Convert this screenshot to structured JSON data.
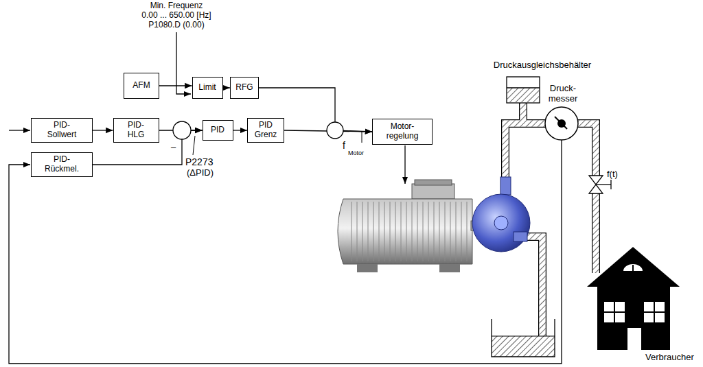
{
  "diagram": {
    "nodes": [
      {
        "text": [
          "AFM"
        ]
      },
      {
        "text": [
          "Limit"
        ]
      },
      {
        "text": [
          "RFG"
        ]
      },
      {
        "text": [
          "PID- Sollwert"
        ]
      },
      {
        "text": [
          "PID- HLG"
        ]
      },
      {
        "text": [
          "PID"
        ]
      },
      {
        "text": [
          "PID Grenz"
        ]
      },
      {
        "text": [
          "PID- Rückmel."
        ]
      },
      {
        "text": [
          "Motor- regelung"
        ]
      }
    ],
    "edges": [
      {
        "from": 0,
        "to": 1,
        "arrow": "to"
      },
      {
        "from": 1,
        "to": 2,
        "arrow": "to"
      },
      {
        "from": 3,
        "to": 4,
        "arrow": "to"
      },
      {
        "from": 4,
        "to": 5,
        "arrow": "to"
      },
      {
        "from": 7,
        "to": 5,
        "arrow": "to"
      },
      {
        "from": 5,
        "to": 6,
        "arrow": "to"
      },
      {
        "from": 6,
        "to": 8,
        "arrow": "to"
      },
      {
        "from": 2,
        "to": 8,
        "arrow": "to"
      }
    ],
    "labels": [
      "Min. Frequenz",
      "0.00 ... 650.00  [Hz]",
      "P1080.D (0.00)",
      "P2273",
      "(ΔPID)",
      "–",
      "f",
      "Motor",
      "Druckausgleichsbehälter",
      "Druck- messer",
      "f(t)",
      "Verbraucher"
    ]
  }
}
